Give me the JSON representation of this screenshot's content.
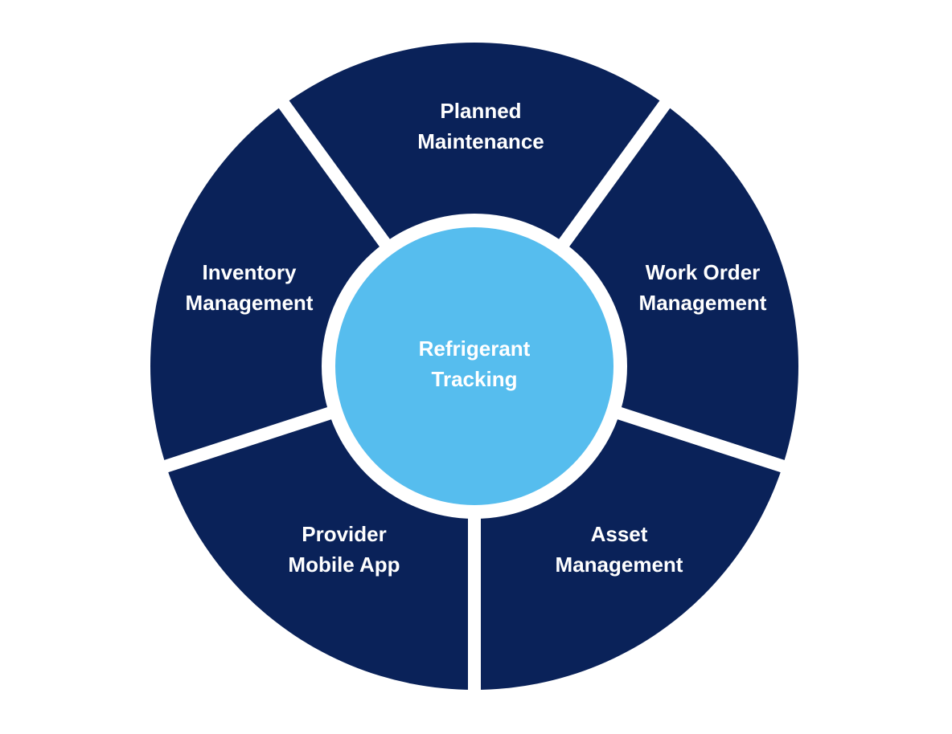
{
  "center": {
    "line1": "Refrigerant",
    "line2": "Tracking"
  },
  "segments": [
    {
      "line1": "Planned",
      "line2": "Maintenance"
    },
    {
      "line1": "Work Order",
      "line2": "Management"
    },
    {
      "line1": "Asset",
      "line2": "Management"
    },
    {
      "line1": "Provider",
      "line2": "Mobile App"
    },
    {
      "line1": "Inventory",
      "line2": "Management"
    }
  ],
  "colors": {
    "segment": "#0a2259",
    "center": "#56bdee",
    "gap": "#ffffff"
  }
}
